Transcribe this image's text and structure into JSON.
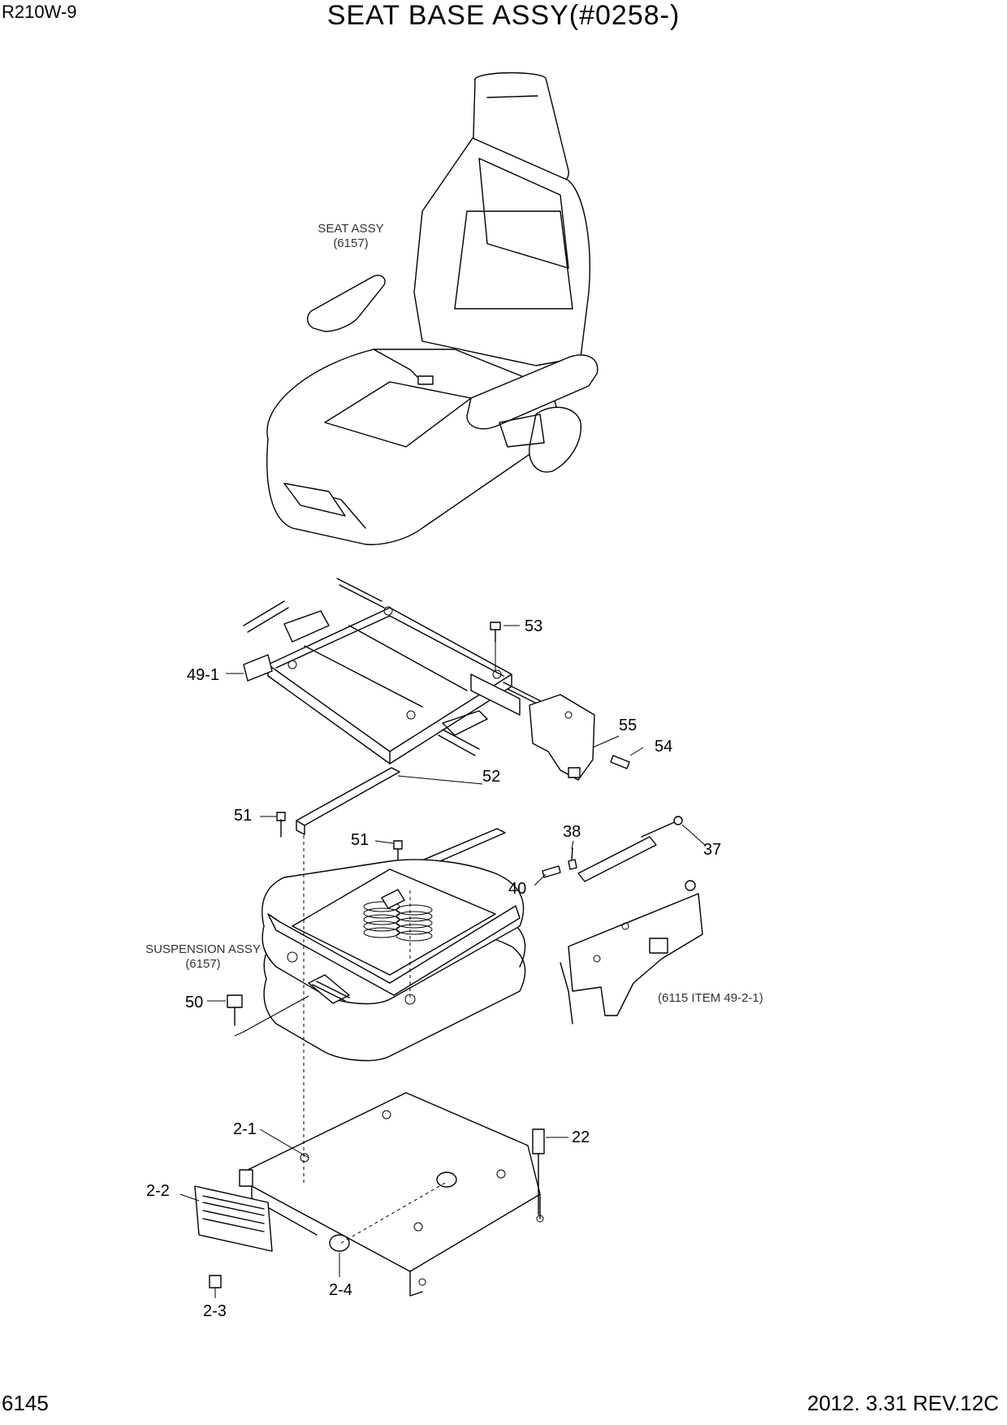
{
  "header": {
    "model": "R210W-9",
    "title": "SEAT BASE ASSY(#0258-)"
  },
  "footer": {
    "page_number": "6145",
    "date_revision": "2012. 3.31  REV.12C"
  },
  "notes": {
    "seat_assy": "SEAT ASSY",
    "seat_assy_ref": "(6157)",
    "suspension_assy": "SUSPENSION ASSY",
    "suspension_assy_ref": "(6157)",
    "item_ref": "(6115 ITEM 49-2-1)"
  },
  "callouts": {
    "c53": "53",
    "c49_1": "49-1",
    "c55": "55",
    "c54": "54",
    "c52": "52",
    "c51a": "51",
    "c51b": "51",
    "c38": "38",
    "c37": "37",
    "c40": "40",
    "c50": "50",
    "c2_1": "2-1",
    "c22": "22",
    "c2_2": "2-2",
    "c2_3": "2-3",
    "c2_4": "2-4"
  }
}
